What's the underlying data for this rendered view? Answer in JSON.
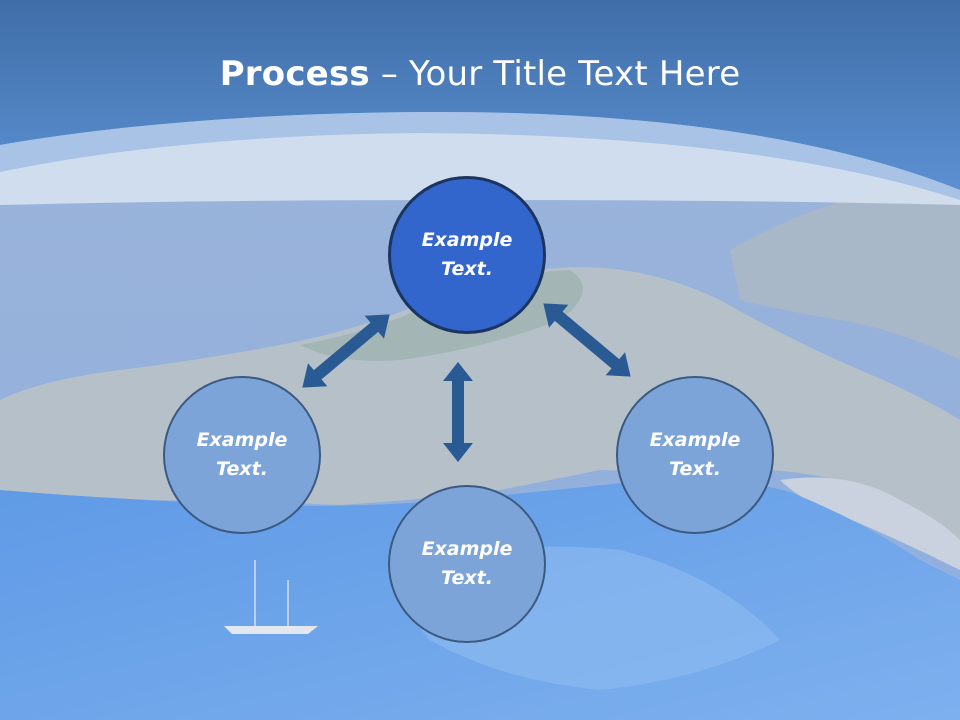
{
  "header": {
    "title_bold": "Process",
    "title_rest": " – Your Title Text Here"
  },
  "colors": {
    "header_top": "#3a6aa8",
    "header_bottom": "#5b8fd0",
    "main_node": "#3366cc",
    "sub_node": "#7da4d8",
    "arrow": "#2a5a93"
  },
  "diagram": {
    "center": {
      "label": "Example Text."
    },
    "nodes": [
      {
        "label": "Example Text."
      },
      {
        "label": "Example Text."
      },
      {
        "label": "Example Text."
      }
    ]
  }
}
